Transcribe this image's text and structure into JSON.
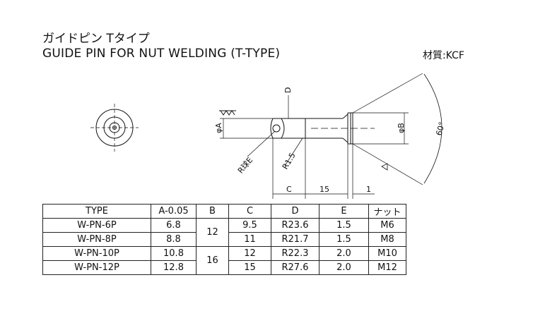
{
  "title_jp": "ガイドピン Tタイプ",
  "title_en": "GUIDE PIN FOR NUT WELDING (T-TYPE)",
  "material": "材質:KCF",
  "drawing": {
    "labels": {
      "d": "D",
      "phi_a": "φA",
      "phi_b": "φB",
      "r_ball": "R球E",
      "r15": "R1.5",
      "angle": "60°",
      "dim_c": "C",
      "dim_15": "15",
      "dim_1": "1"
    }
  },
  "table": {
    "headers": [
      "TYPE",
      "A-0.05",
      "B",
      "C",
      "D",
      "E",
      "ナット"
    ],
    "rows": [
      {
        "type": "W-PN-6P",
        "a": "6.8",
        "c": "9.5",
        "d": "R23.6",
        "e": "1.5",
        "nut": "M6"
      },
      {
        "type": "W-PN-8P",
        "a": "8.8",
        "c": "11",
        "d": "R21.7",
        "e": "1.5",
        "nut": "M8"
      },
      {
        "type": "W-PN-10P",
        "a": "10.8",
        "c": "12",
        "d": "R22.3",
        "e": "2.0",
        "nut": "M10"
      },
      {
        "type": "W-PN-12P",
        "a": "12.8",
        "c": "15",
        "d": "R27.6",
        "e": "2.0",
        "nut": "M12"
      }
    ],
    "b_groups": [
      "12",
      "16"
    ]
  }
}
